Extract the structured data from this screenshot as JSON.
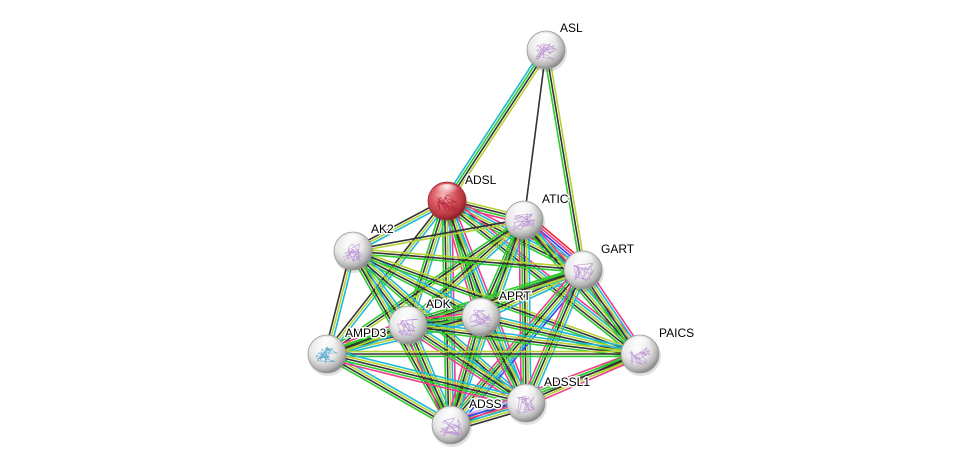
{
  "network": {
    "title": "Protein interaction network",
    "query_node": "ADSL",
    "evidence_colors": {
      "experimental": "#f03d8e",
      "database": "#1fb8d8",
      "textmining": "#b5d233",
      "coexpression": "#333333",
      "neighborhood": "#2ecc2e",
      "fusion": "#ef2a2a",
      "cooccurrence": "#3344ee",
      "homology": "#c0c0ff"
    },
    "node_colors": {
      "query": "#d9525e",
      "other": "#e8e8e8"
    },
    "nodes": [
      {
        "id": "ASL",
        "label": "ASL",
        "query": false
      },
      {
        "id": "ADSL",
        "label": "ADSL",
        "query": true
      },
      {
        "id": "ATIC",
        "label": "ATIC",
        "query": false
      },
      {
        "id": "AK2",
        "label": "AK2",
        "query": false
      },
      {
        "id": "GART",
        "label": "GART",
        "query": false
      },
      {
        "id": "APRT",
        "label": "APRT",
        "query": false
      },
      {
        "id": "ADK",
        "label": "ADK",
        "query": false
      },
      {
        "id": "AMPD3",
        "label": "AMPD3",
        "query": false
      },
      {
        "id": "PAICS",
        "label": "PAICS",
        "query": false
      },
      {
        "id": "ADSS",
        "label": "ADSS",
        "query": false
      },
      {
        "id": "ADSSL1",
        "label": "ADSSL1",
        "query": false
      }
    ],
    "edges": [
      {
        "source": "ASL",
        "target": "ADSL",
        "evidence": [
          "textmining",
          "coexpression",
          "neighborhood",
          "database"
        ]
      },
      {
        "source": "ASL",
        "target": "ATIC",
        "evidence": [
          "coexpression"
        ]
      },
      {
        "source": "ASL",
        "target": "GART",
        "evidence": [
          "textmining",
          "coexpression",
          "neighborhood"
        ]
      },
      {
        "source": "ADSL",
        "target": "ATIC",
        "evidence": [
          "textmining",
          "coexpression",
          "neighborhood",
          "experimental"
        ]
      },
      {
        "source": "ADSL",
        "target": "AK2",
        "evidence": [
          "database",
          "textmining",
          "coexpression"
        ]
      },
      {
        "source": "ADSL",
        "target": "GART",
        "evidence": [
          "experimental",
          "database",
          "textmining",
          "coexpression",
          "neighborhood"
        ]
      },
      {
        "source": "ADSL",
        "target": "APRT",
        "evidence": [
          "database",
          "textmining",
          "coexpression",
          "neighborhood",
          "experimental"
        ]
      },
      {
        "source": "ADSL",
        "target": "ADK",
        "evidence": [
          "database",
          "textmining",
          "coexpression",
          "neighborhood"
        ]
      },
      {
        "source": "ADSL",
        "target": "AMPD3",
        "evidence": [
          "database",
          "textmining",
          "coexpression"
        ]
      },
      {
        "source": "ADSL",
        "target": "PAICS",
        "evidence": [
          "experimental",
          "database",
          "textmining",
          "coexpression",
          "neighborhood"
        ]
      },
      {
        "source": "ADSL",
        "target": "ADSS",
        "evidence": [
          "experimental",
          "database",
          "textmining",
          "coexpression",
          "neighborhood"
        ]
      },
      {
        "source": "ADSL",
        "target": "ADSSL1",
        "evidence": [
          "experimental",
          "database",
          "textmining",
          "coexpression",
          "neighborhood"
        ]
      },
      {
        "source": "ATIC",
        "target": "GART",
        "evidence": [
          "fusion",
          "experimental",
          "cooccurrence",
          "database",
          "textmining",
          "coexpression",
          "neighborhood"
        ]
      },
      {
        "source": "ATIC",
        "target": "AK2",
        "evidence": [
          "textmining",
          "coexpression"
        ]
      },
      {
        "source": "ATIC",
        "target": "APRT",
        "evidence": [
          "database",
          "textmining",
          "coexpression",
          "neighborhood"
        ]
      },
      {
        "source": "ATIC",
        "target": "ADK",
        "evidence": [
          "database",
          "textmining",
          "coexpression",
          "neighborhood"
        ]
      },
      {
        "source": "ATIC",
        "target": "AMPD3",
        "evidence": [
          "textmining",
          "coexpression",
          "neighborhood"
        ]
      },
      {
        "source": "ATIC",
        "target": "PAICS",
        "evidence": [
          "experimental",
          "database",
          "textmining",
          "coexpression",
          "neighborhood"
        ]
      },
      {
        "source": "ATIC",
        "target": "ADSS",
        "evidence": [
          "database",
          "textmining",
          "coexpression",
          "neighborhood"
        ]
      },
      {
        "source": "ATIC",
        "target": "ADSSL1",
        "evidence": [
          "database",
          "textmining",
          "coexpression",
          "neighborhood",
          "experimental"
        ]
      },
      {
        "source": "AK2",
        "target": "GART",
        "evidence": [
          "textmining",
          "coexpression",
          "neighborhood"
        ]
      },
      {
        "source": "AK2",
        "target": "APRT",
        "evidence": [
          "database",
          "textmining",
          "coexpression",
          "neighborhood"
        ]
      },
      {
        "source": "AK2",
        "target": "ADK",
        "evidence": [
          "database",
          "textmining",
          "coexpression",
          "neighborhood"
        ]
      },
      {
        "source": "AK2",
        "target": "AMPD3",
        "evidence": [
          "database",
          "textmining",
          "coexpression"
        ]
      },
      {
        "source": "AK2",
        "target": "PAICS",
        "evidence": [
          "textmining",
          "coexpression",
          "neighborhood"
        ]
      },
      {
        "source": "AK2",
        "target": "ADSS",
        "evidence": [
          "database",
          "textmining",
          "coexpression",
          "neighborhood"
        ]
      },
      {
        "source": "AK2",
        "target": "ADSSL1",
        "evidence": [
          "database",
          "textmining",
          "coexpression",
          "neighborhood"
        ]
      },
      {
        "source": "GART",
        "target": "APRT",
        "evidence": [
          "database",
          "textmining",
          "coexpression",
          "neighborhood"
        ]
      },
      {
        "source": "GART",
        "target": "ADK",
        "evidence": [
          "database",
          "textmining",
          "coexpression",
          "neighborhood"
        ]
      },
      {
        "source": "GART",
        "target": "AMPD3",
        "evidence": [
          "textmining",
          "coexpression",
          "neighborhood"
        ]
      },
      {
        "source": "GART",
        "target": "PAICS",
        "evidence": [
          "experimental",
          "database",
          "textmining",
          "coexpression",
          "neighborhood"
        ]
      },
      {
        "source": "GART",
        "target": "ADSS",
        "evidence": [
          "cooccurrence",
          "database",
          "textmining",
          "coexpression",
          "neighborhood",
          "experimental"
        ]
      },
      {
        "source": "GART",
        "target": "ADSSL1",
        "evidence": [
          "database",
          "textmining",
          "coexpression",
          "neighborhood",
          "experimental"
        ]
      },
      {
        "source": "APRT",
        "target": "ADK",
        "evidence": [
          "database",
          "textmining",
          "coexpression",
          "neighborhood",
          "experimental"
        ]
      },
      {
        "source": "APRT",
        "target": "AMPD3",
        "evidence": [
          "database",
          "textmining",
          "coexpression",
          "neighborhood"
        ]
      },
      {
        "source": "APRT",
        "target": "PAICS",
        "evidence": [
          "database",
          "textmining",
          "coexpression",
          "neighborhood"
        ]
      },
      {
        "source": "APRT",
        "target": "ADSS",
        "evidence": [
          "database",
          "textmining",
          "coexpression",
          "neighborhood",
          "experimental"
        ]
      },
      {
        "source": "APRT",
        "target": "ADSSL1",
        "evidence": [
          "database",
          "textmining",
          "coexpression",
          "neighborhood",
          "experimental"
        ]
      },
      {
        "source": "ADK",
        "target": "AMPD3",
        "evidence": [
          "database",
          "textmining",
          "coexpression",
          "neighborhood",
          "experimental"
        ]
      },
      {
        "source": "ADK",
        "target": "PAICS",
        "evidence": [
          "database",
          "textmining",
          "coexpression",
          "neighborhood"
        ]
      },
      {
        "source": "ADK",
        "target": "ADSS",
        "evidence": [
          "database",
          "textmining",
          "coexpression",
          "neighborhood",
          "experimental"
        ]
      },
      {
        "source": "ADK",
        "target": "ADSSL1",
        "evidence": [
          "database",
          "textmining",
          "coexpression",
          "neighborhood",
          "experimental"
        ]
      },
      {
        "source": "AMPD3",
        "target": "PAICS",
        "evidence": [
          "textmining",
          "coexpression",
          "neighborhood"
        ]
      },
      {
        "source": "AMPD3",
        "target": "ADSS",
        "evidence": [
          "database",
          "textmining",
          "coexpression",
          "neighborhood"
        ]
      },
      {
        "source": "AMPD3",
        "target": "ADSSL1",
        "evidence": [
          "database",
          "textmining",
          "coexpression",
          "neighborhood",
          "experimental"
        ]
      },
      {
        "source": "PAICS",
        "target": "ADSS",
        "evidence": [
          "textmining",
          "coexpression",
          "neighborhood",
          "experimental"
        ]
      },
      {
        "source": "PAICS",
        "target": "ADSSL1",
        "evidence": [
          "experimental",
          "textmining",
          "coexpression",
          "neighborhood"
        ]
      },
      {
        "source": "ADSS",
        "target": "ADSSL1",
        "evidence": [
          "homology",
          "cooccurrence",
          "experimental",
          "database",
          "textmining",
          "coexpression"
        ]
      }
    ]
  }
}
